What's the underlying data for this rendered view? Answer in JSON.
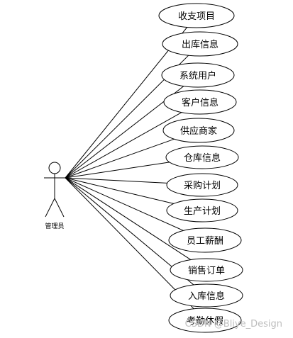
{
  "diagram": {
    "actor": {
      "label": "管理员"
    },
    "use_cases": [
      {
        "label": "收支项目"
      },
      {
        "label": "出库信息"
      },
      {
        "label": "系统用户"
      },
      {
        "label": "客户信息"
      },
      {
        "label": "供应商家"
      },
      {
        "label": "仓库信息"
      },
      {
        "label": "采购计划"
      },
      {
        "label": "生产计划"
      },
      {
        "label": "员工薪酬"
      },
      {
        "label": "销售订单"
      },
      {
        "label": "入库信息"
      },
      {
        "label": "考勤休假"
      }
    ]
  },
  "watermark": {
    "text": "CSDN @Bliye_Design"
  },
  "colors": {
    "stroke": "#000000",
    "background": "#ffffff",
    "watermark": "#bdbdbd"
  }
}
